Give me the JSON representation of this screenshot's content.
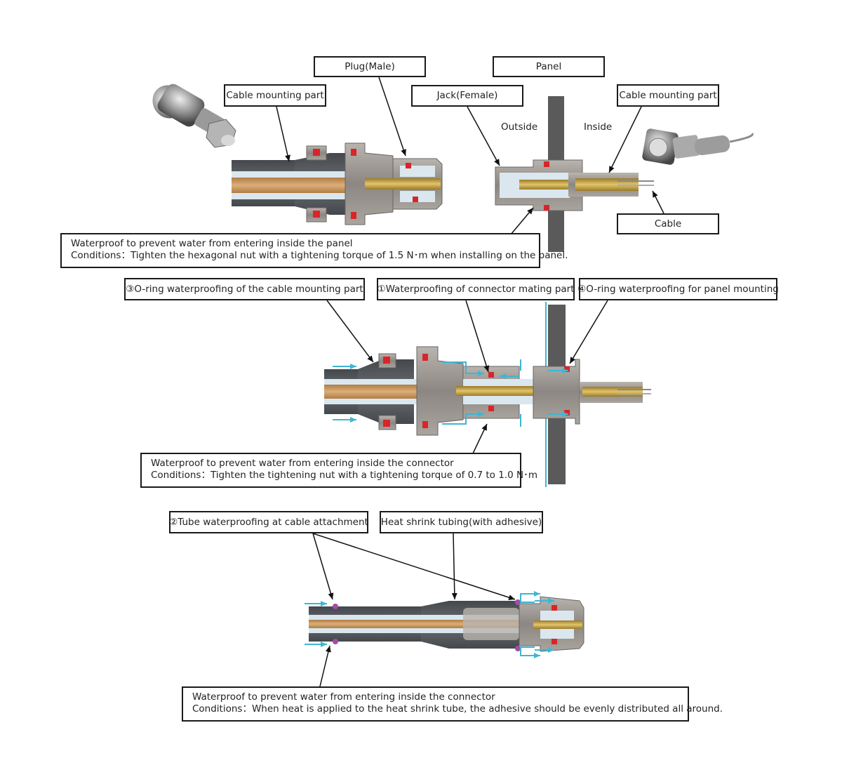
{
  "colors": {
    "water_arrow": "#3fb6d3",
    "o_ring": "#d9252a",
    "metal": "#8c8782",
    "cable_jacket": "#5c5f63",
    "conductor": "#c89862",
    "panel": "#5a5a5a"
  },
  "icons": {
    "plug_photo": "plug-photo-icon",
    "jack_photo": "jack-photo-icon"
  },
  "top": {
    "plug_label": "Plug(Male)",
    "panel_label": "Panel",
    "cable_mount_left": "Cable mounting part",
    "jack_label": "Jack(Female)",
    "cable_mount_right": "Cable mounting part",
    "outside": "Outside",
    "inside": "Inside",
    "cable_label": "Cable",
    "note_line1": "Waterproof to prevent water from entering inside the panel",
    "note_line2": "Conditions：Tighten the hexagonal nut with a tightening torque of 1.5 N･m when installing on the panel."
  },
  "middle": {
    "label3": "③O-ring waterproofing of the cable mounting part",
    "label1": "①Waterproofing of connector mating part",
    "label4": "④O-ring waterproofing for panel mounting",
    "note_line1": "Waterproof to prevent water from entering inside the connector",
    "note_line2": "Conditions：Tighten the tightening nut with a tightening torque of 0.7 to 1.0 N･m"
  },
  "bottom": {
    "label2": "②Tube waterproofing at cable attachment",
    "heat_label": "Heat shrink tubing(with adhesive)",
    "note_line1": "Waterproof to prevent water from entering inside the connector",
    "note_line2": "Conditions：When heat is applied to the heat shrink tube, the adhesive should be evenly distributed all around."
  }
}
